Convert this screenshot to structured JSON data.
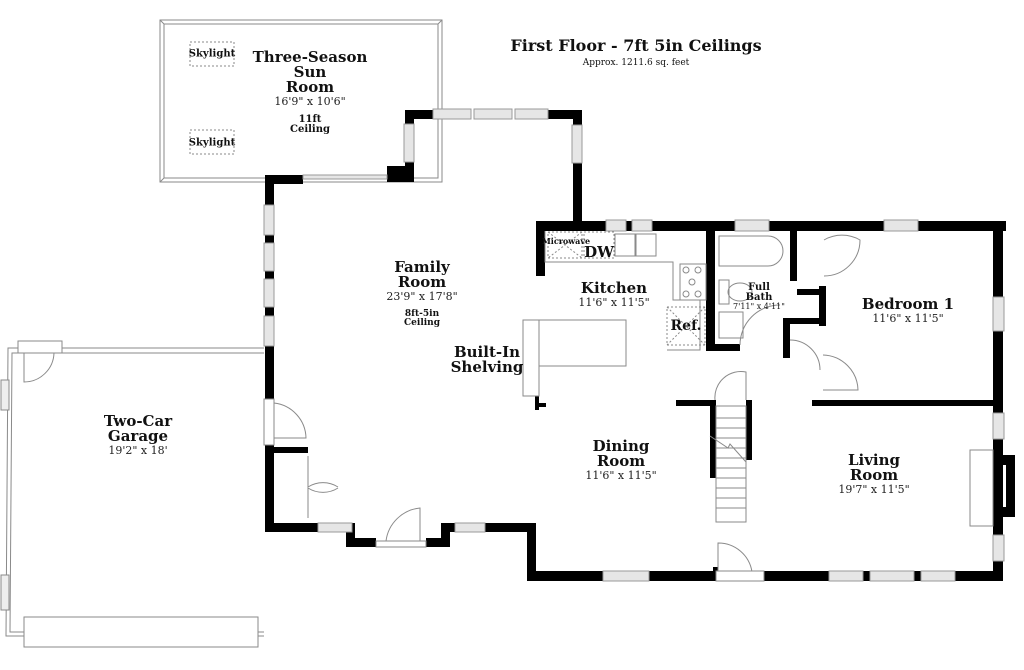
{
  "title": {
    "main": "First Floor - 7ft 5in Ceilings",
    "sub": "Approx. 1211.6 sq. feet"
  },
  "rooms": {
    "sun_room": {
      "name_l1": "Three-Season",
      "name_l2": "Sun",
      "name_l3": "Room",
      "dim": "16'9\" x 10'6\"",
      "ceiling_l1": "11ft",
      "ceiling_l2": "Ceiling"
    },
    "family_room": {
      "name_l1": "Family",
      "name_l2": "Room",
      "dim": "23'9\" x 17'8\"",
      "ceiling_l1": "8ft-5in",
      "ceiling_l2": "Ceiling"
    },
    "kitchen": {
      "name": "Kitchen",
      "dim": "11'6\" x 11'5\""
    },
    "full_bath": {
      "name_l1": "Full",
      "name_l2": "Bath",
      "dim": "7'11\" x 4'11\""
    },
    "bedroom1": {
      "name": "Bedroom 1",
      "dim": "11'6\" x 11'5\""
    },
    "dining_room": {
      "name_l1": "Dining",
      "name_l2": "Room",
      "dim": "11'6\" x 11'5\""
    },
    "living_room": {
      "name_l1": "Living",
      "name_l2": "Room",
      "dim": "19'7\" x 11'5\""
    },
    "garage": {
      "name_l1": "Two-Car",
      "name_l2": "Garage",
      "dim": "19'2\" x 18'"
    }
  },
  "fixtures": {
    "skylight_top": "Skylight",
    "skylight_bottom": "Skylight",
    "microwave": "Microwave",
    "dishwasher": "DW",
    "refrigerator": "Ref.",
    "shelving_l1": "Built-In",
    "shelving_l2": "Shelving"
  },
  "colors": {
    "wall": "#000000",
    "thin_line": "#9a9a9a",
    "window_fill": "#e2e2e2",
    "background": "#ffffff"
  }
}
